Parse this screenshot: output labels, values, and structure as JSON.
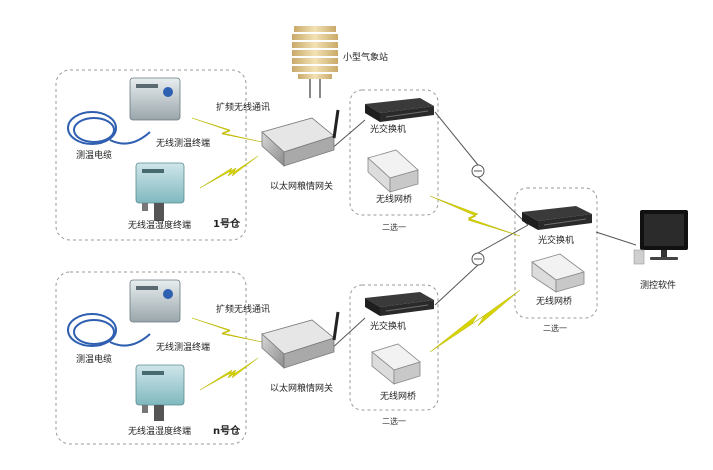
{
  "labels": {
    "weather_station": "小型气象站",
    "wireless_comm_1": "扩频无线通讯",
    "wireless_comm_n": "扩频无线通讯",
    "probe_cable_1": "测温电缆",
    "probe_cable_n": "测温电缆",
    "temp_terminal_1": "无线测温终端",
    "temp_terminal_n": "无线测温终端",
    "th_terminal_1": "无线温湿度终端",
    "th_terminal_n": "无线温湿度终端",
    "gateway_1": "以太网粮情网关",
    "gateway_n": "以太网粮情网关",
    "warehouse_1": "1号仓",
    "warehouse_n": "n号仓",
    "optical_switch_top": "光交换机",
    "wireless_bridge_top": "无线网桥",
    "choose_one_top": "二选一",
    "optical_switch_bottom": "光交换机",
    "wireless_bridge_bottom": "无线网桥",
    "choose_one_bottom": "二选一",
    "optical_switch_center": "光交换机",
    "wireless_bridge_center": "无线网桥",
    "choose_one_center": "二选一",
    "monitor_software": "测控软件"
  },
  "colors": {
    "lightning": "#d8d400",
    "dashed_border": "#9a9a9a",
    "cable": "#2f5fb0",
    "device_teal": "#7fb8bf"
  }
}
